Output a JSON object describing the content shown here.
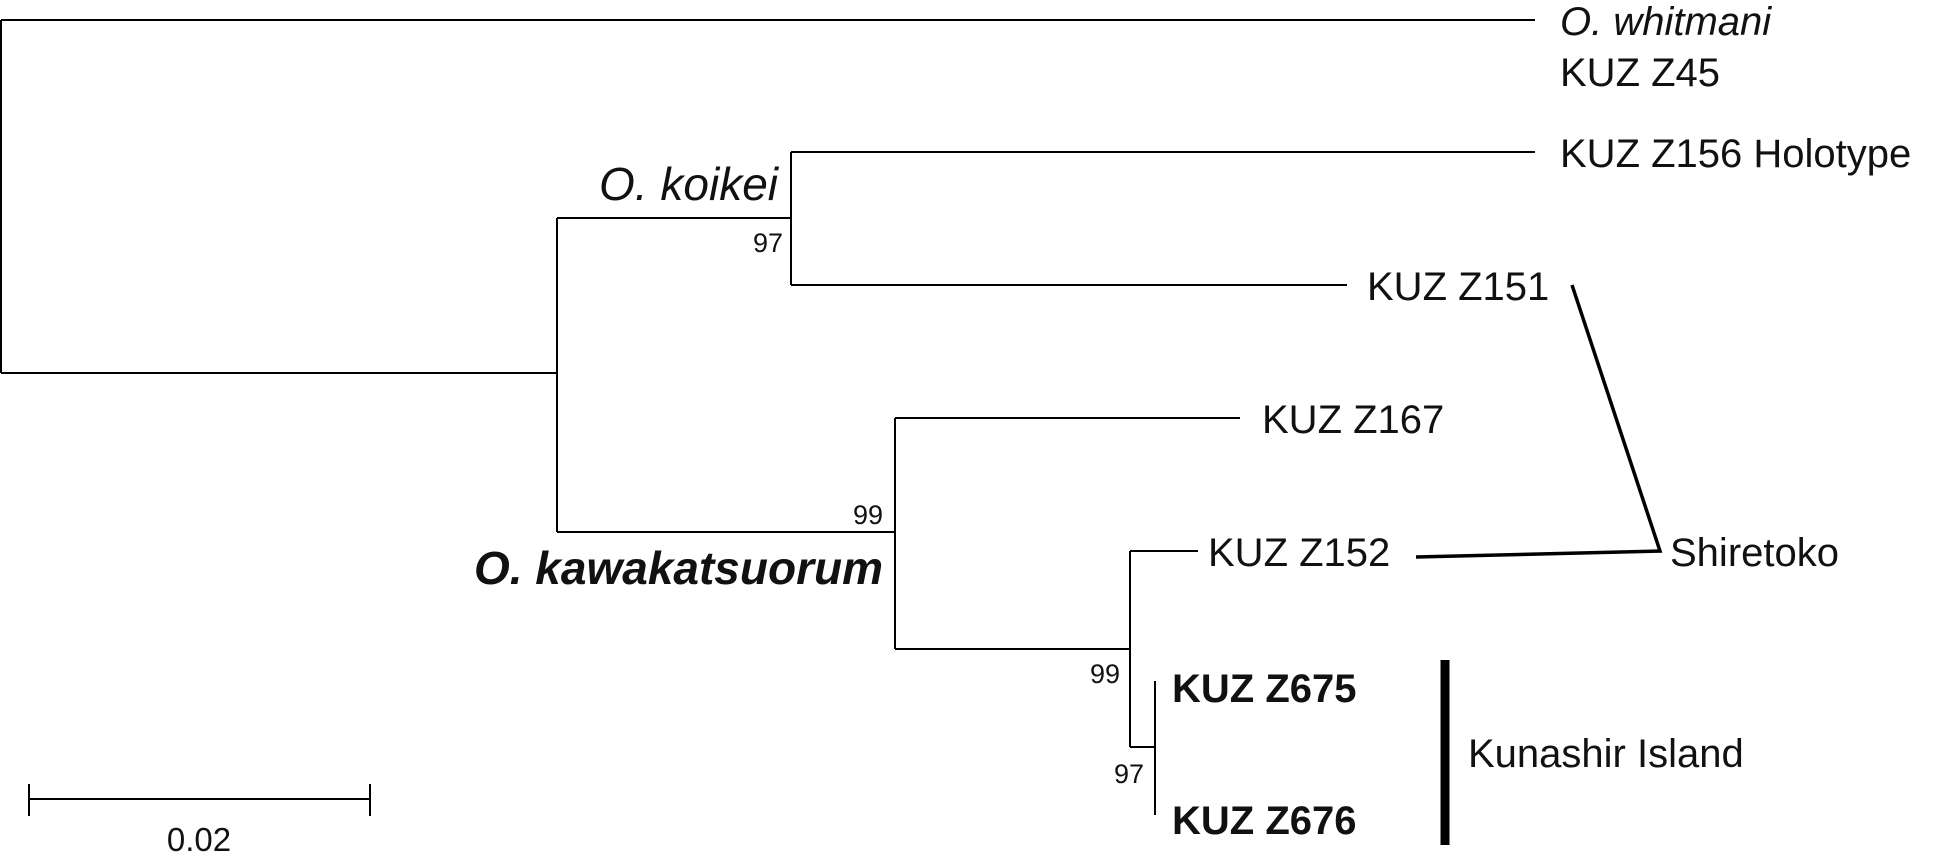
{
  "figure": {
    "taxa": {
      "whitmani_species": "O. whitmani",
      "whitmani_specimen": "KUZ Z45",
      "z156": "KUZ Z156 Holotype",
      "z151": "KUZ Z151",
      "z167": "KUZ Z167",
      "z152": "KUZ Z152",
      "z675": "KUZ Z675",
      "z676": "KUZ Z676"
    },
    "clades": {
      "koikei": "O. koikei",
      "kawakatsuorum": "O. kawakatsuorum"
    },
    "support": {
      "koikei_node": "97",
      "kawakatsuorum_node": "99",
      "z152_kunashir_node": "99",
      "kunashir_node": "97"
    },
    "localities": {
      "shiretoko": "Shiretoko",
      "kunashir": "Kunashir Island"
    },
    "scale_bar": {
      "label": "0.02",
      "value": 0.02
    }
  }
}
